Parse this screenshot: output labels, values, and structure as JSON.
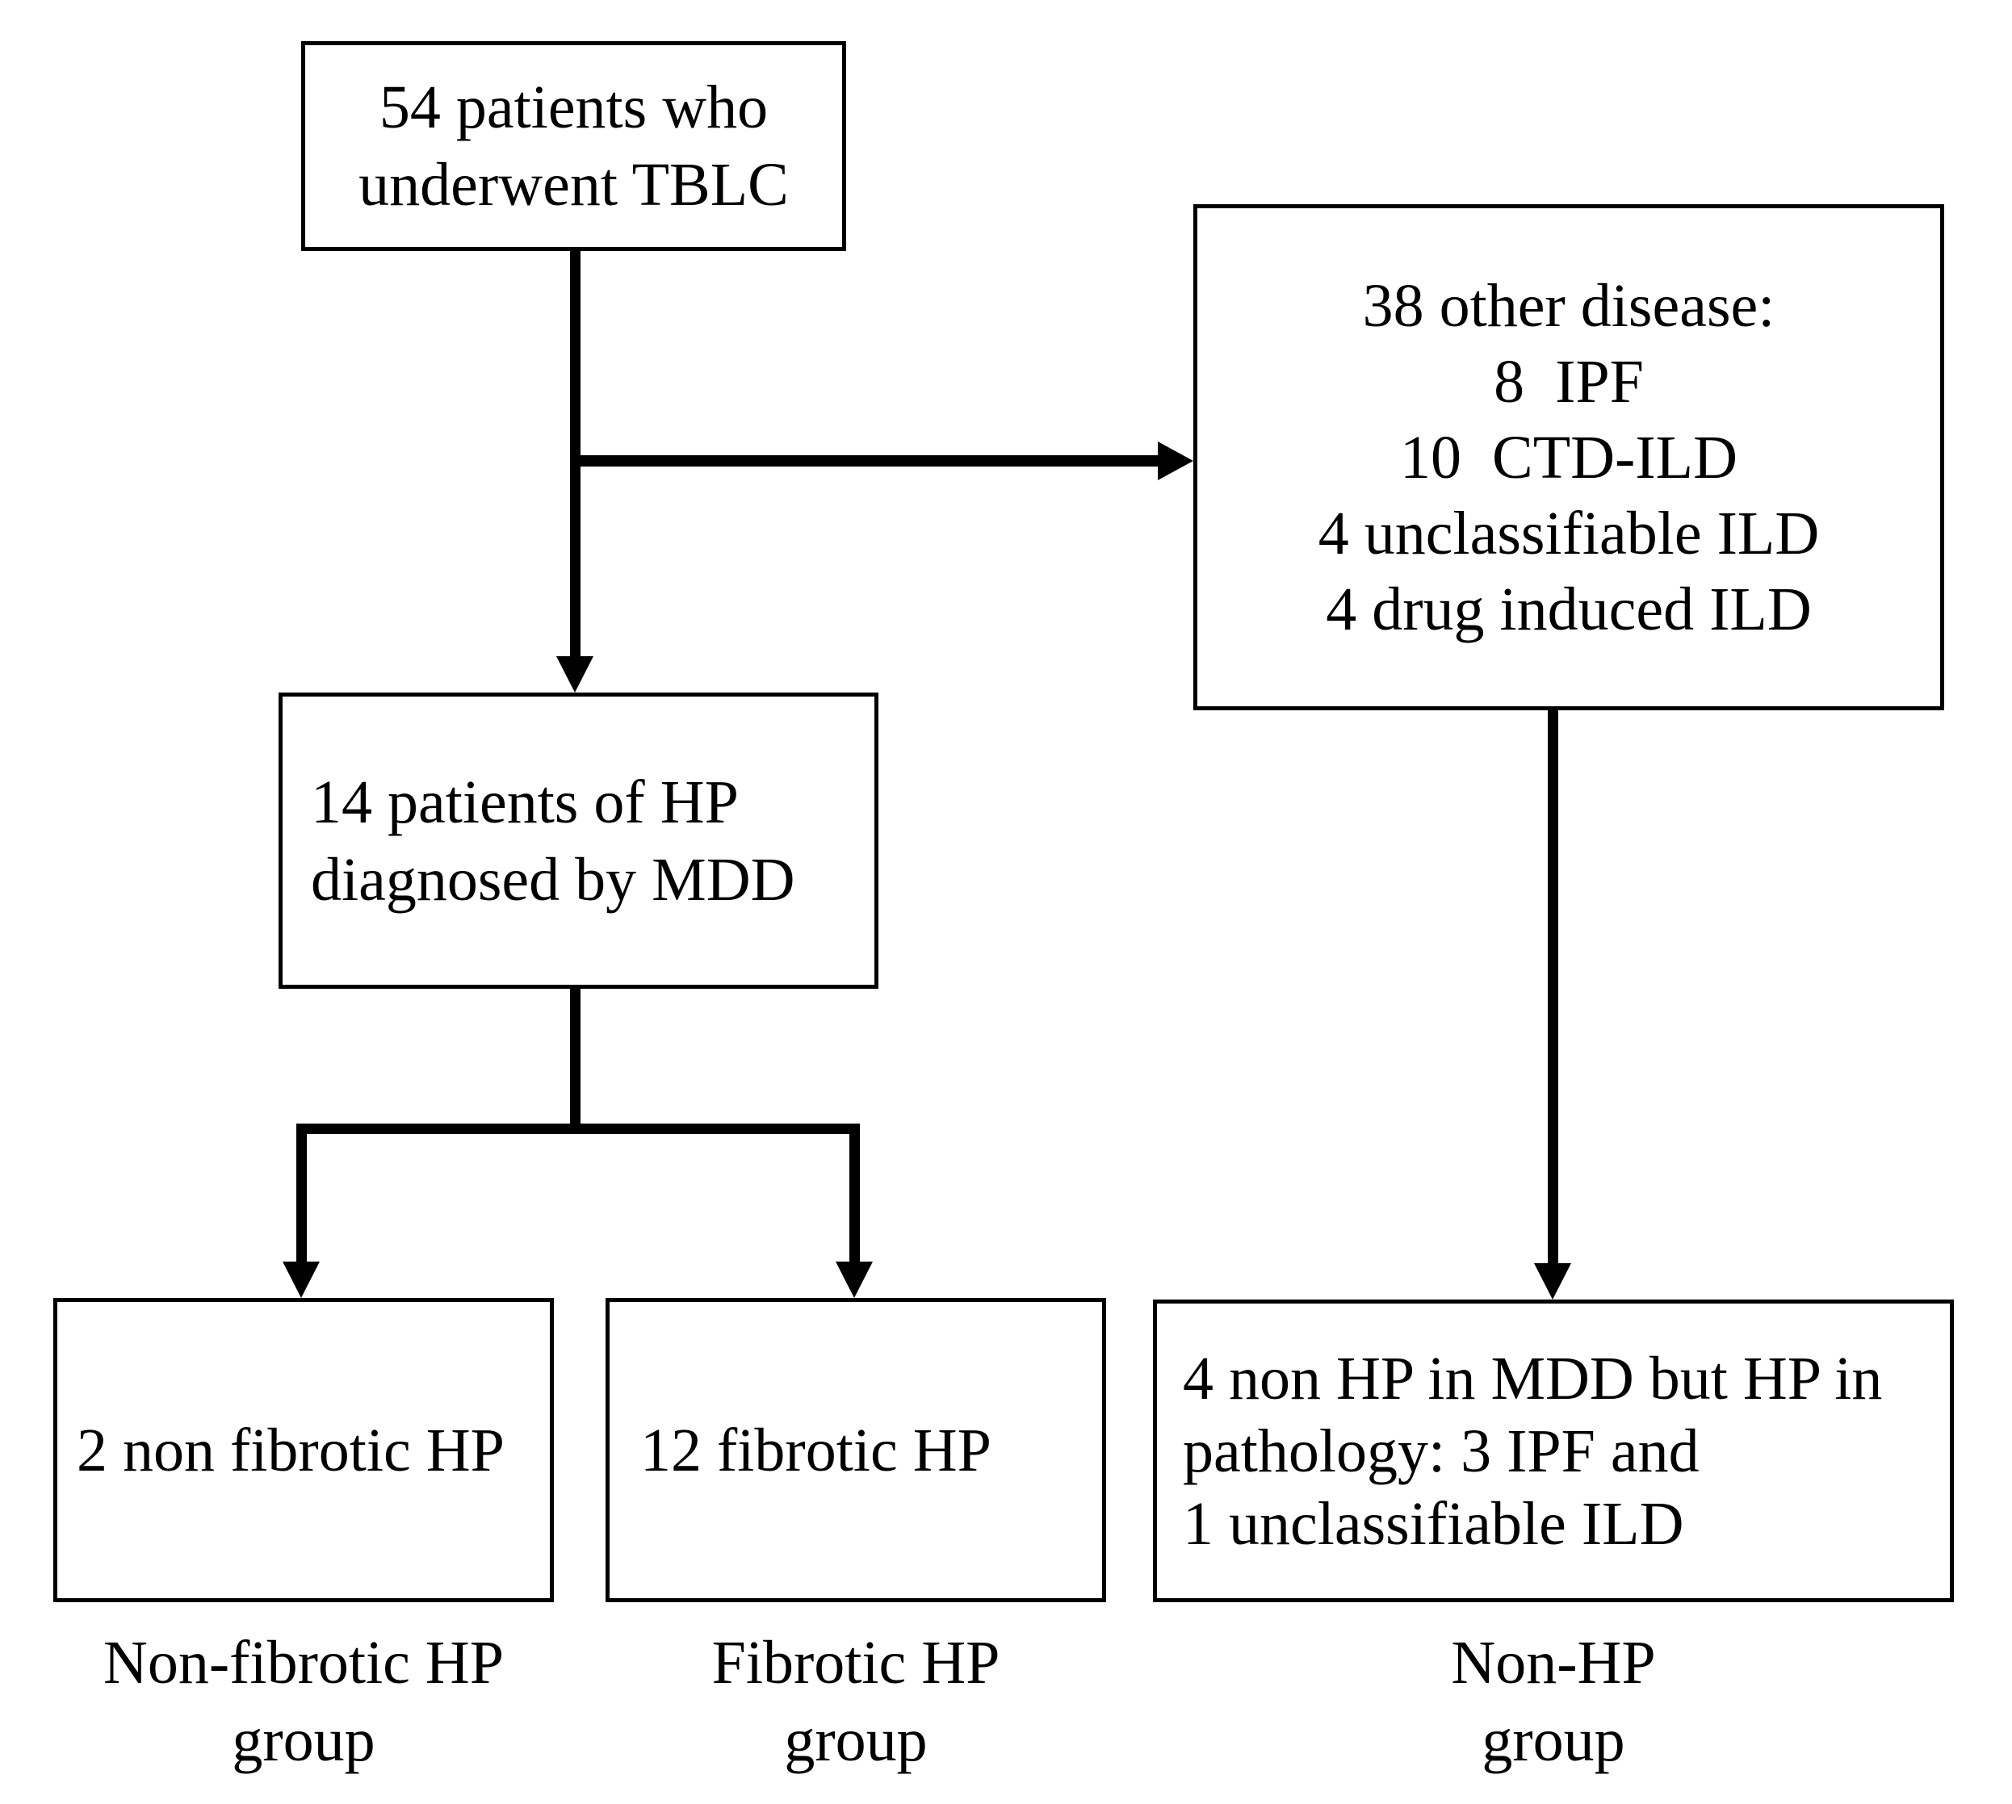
{
  "diagram": {
    "background_color": "#ffffff",
    "line_color": "#000000",
    "nodes": {
      "tblc": {
        "lines": [
          "54 patients who",
          "underwent TBLC"
        ]
      },
      "other_disease": {
        "lines": [
          "38 other disease:",
          "8  IPF",
          "10  CTD-ILD",
          "4 unclassifiable ILD",
          "4 drug induced ILD"
        ]
      },
      "hp_mdd": {
        "lines": [
          "14 patients of HP",
          "diagnosed by MDD"
        ]
      },
      "non_fibrotic_hp": {
        "lines": [
          "2 non fibrotic HP"
        ]
      },
      "fibrotic_hp": {
        "lines": [
          "12 fibrotic HP"
        ]
      },
      "non_hp_pathology": {
        "lines": [
          "4 non HP in MDD but HP in",
          "pathology: 3 IPF and",
          "1 unclassifiable ILD"
        ]
      }
    },
    "group_labels": {
      "non_fibrotic": {
        "lines": [
          "Non-fibrotic HP",
          "group"
        ]
      },
      "fibrotic": {
        "lines": [
          "Fibrotic HP",
          "group"
        ]
      },
      "non_hp": {
        "lines": [
          "Non-HP",
          "group"
        ]
      }
    }
  }
}
